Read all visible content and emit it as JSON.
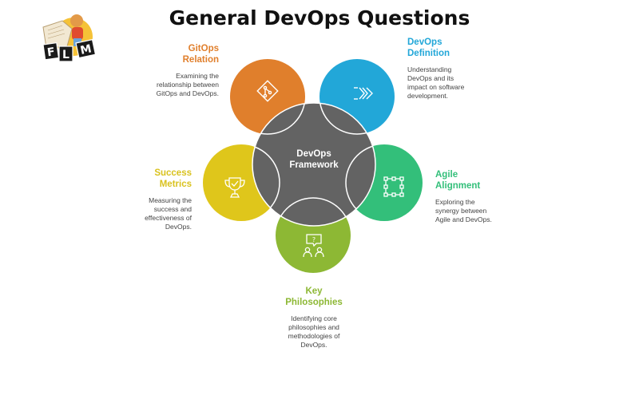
{
  "title": "General DevOps Questions",
  "logo": {
    "text": "FLM",
    "letters": [
      "F",
      "L",
      "M"
    ]
  },
  "center": {
    "line1": "DevOps",
    "line2": "Framework",
    "color": "#636363"
  },
  "nodes": [
    {
      "id": "gitops",
      "title_line1": "GitOps",
      "title_line2": "Relation",
      "description_lines": [
        "Examining the",
        "relationship between",
        "GitOps and DevOps."
      ],
      "icon": "git-branch-icon",
      "color": "#E07F2C"
    },
    {
      "id": "definition",
      "title_line1": "DevOps",
      "title_line2": "Definition",
      "description_lines": [
        "Understanding",
        "DevOps and its",
        "impact on software",
        "development."
      ],
      "icon": "fast-forward-chevrons-icon",
      "color": "#22A7D8"
    },
    {
      "id": "agile",
      "title_line1": "Agile",
      "title_line2": "Alignment",
      "description_lines": [
        "Exploring the",
        "synergy between",
        "Agile and DevOps."
      ],
      "icon": "frame-selection-icon",
      "color": "#33BF7A"
    },
    {
      "id": "philosophies",
      "title_line1": "Key",
      "title_line2": "Philosophies",
      "description_lines": [
        "Identifying core",
        "philosophies and",
        "methodologies of",
        "DevOps."
      ],
      "icon": "people-question-icon",
      "color": "#8DB834"
    },
    {
      "id": "metrics",
      "title_line1": "Success",
      "title_line2": "Metrics",
      "description_lines": [
        "Measuring the",
        "success and",
        "effectiveness of",
        "DevOps."
      ],
      "icon": "trophy-check-icon",
      "color": "#DFC61B"
    }
  ],
  "title_colors": {
    "gitops": "#E07F2C",
    "definition": "#22A7D8",
    "agile": "#33BF7A",
    "philosophies": "#8DB834",
    "metrics": "#D9C21E"
  }
}
